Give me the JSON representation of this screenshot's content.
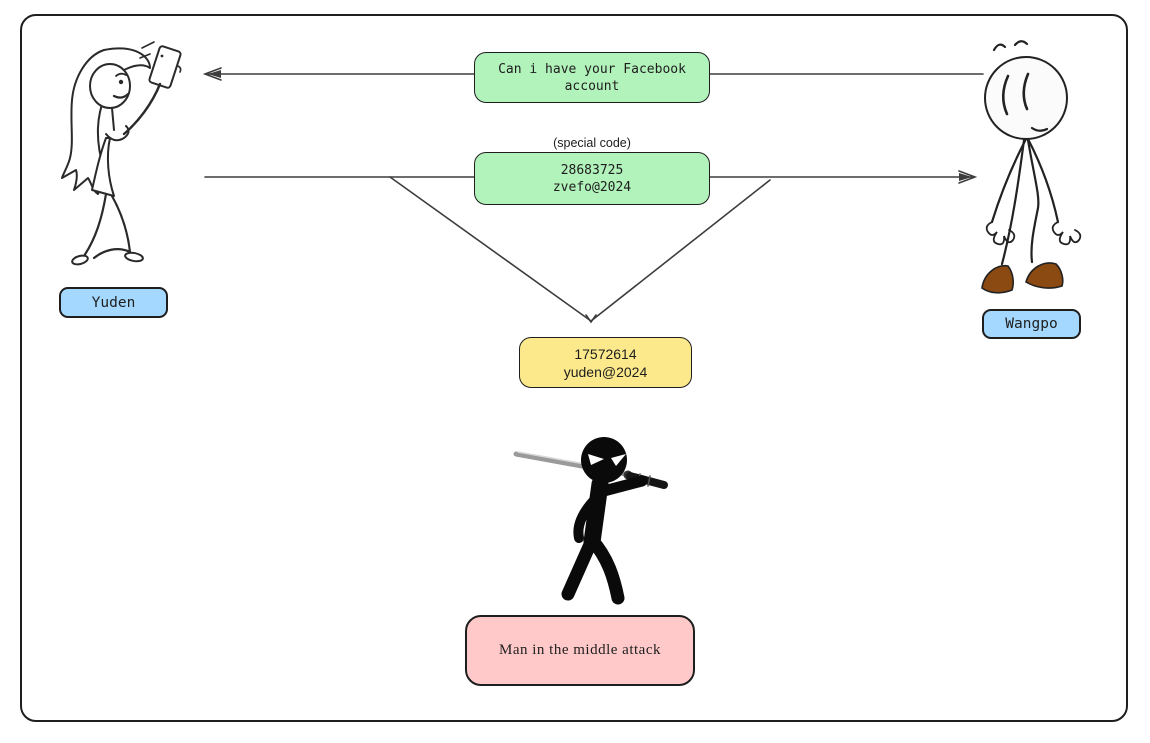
{
  "diagram_title": "Man in the middle attack",
  "actors": {
    "yuden": {
      "label": "Yuden",
      "role": "victim-sender"
    },
    "wangpo": {
      "label": "Wangpo",
      "role": "receiver"
    },
    "attacker": {
      "label": "Man in the middle attack"
    }
  },
  "messages": {
    "request": {
      "line1": "Can i have your Facebook",
      "line2": "account"
    },
    "special_code_caption": "(special code)",
    "sent_credentials": {
      "line1": "28683725",
      "line2": "zvefo@2024"
    },
    "intercepted_credentials": {
      "line1": "17572614",
      "line2": "yuden@2024"
    }
  },
  "icons": {
    "selfie_woman_figure": "stick figure woman taking a selfie with phone",
    "stick_man_figure": "stick figure man with round head and brown shoes",
    "ninja_figure": "black ninja stick figure holding a katana"
  },
  "colors": {
    "message_green": "#b2f2bb",
    "label_blue": "#a5d8ff",
    "intercept_yellow": "#fce98c",
    "attacker_pink": "#ffc9c9",
    "stroke": "#1e1e1e",
    "arrow": "#3d3d3d",
    "shoe_brown": "#8a4a12"
  }
}
